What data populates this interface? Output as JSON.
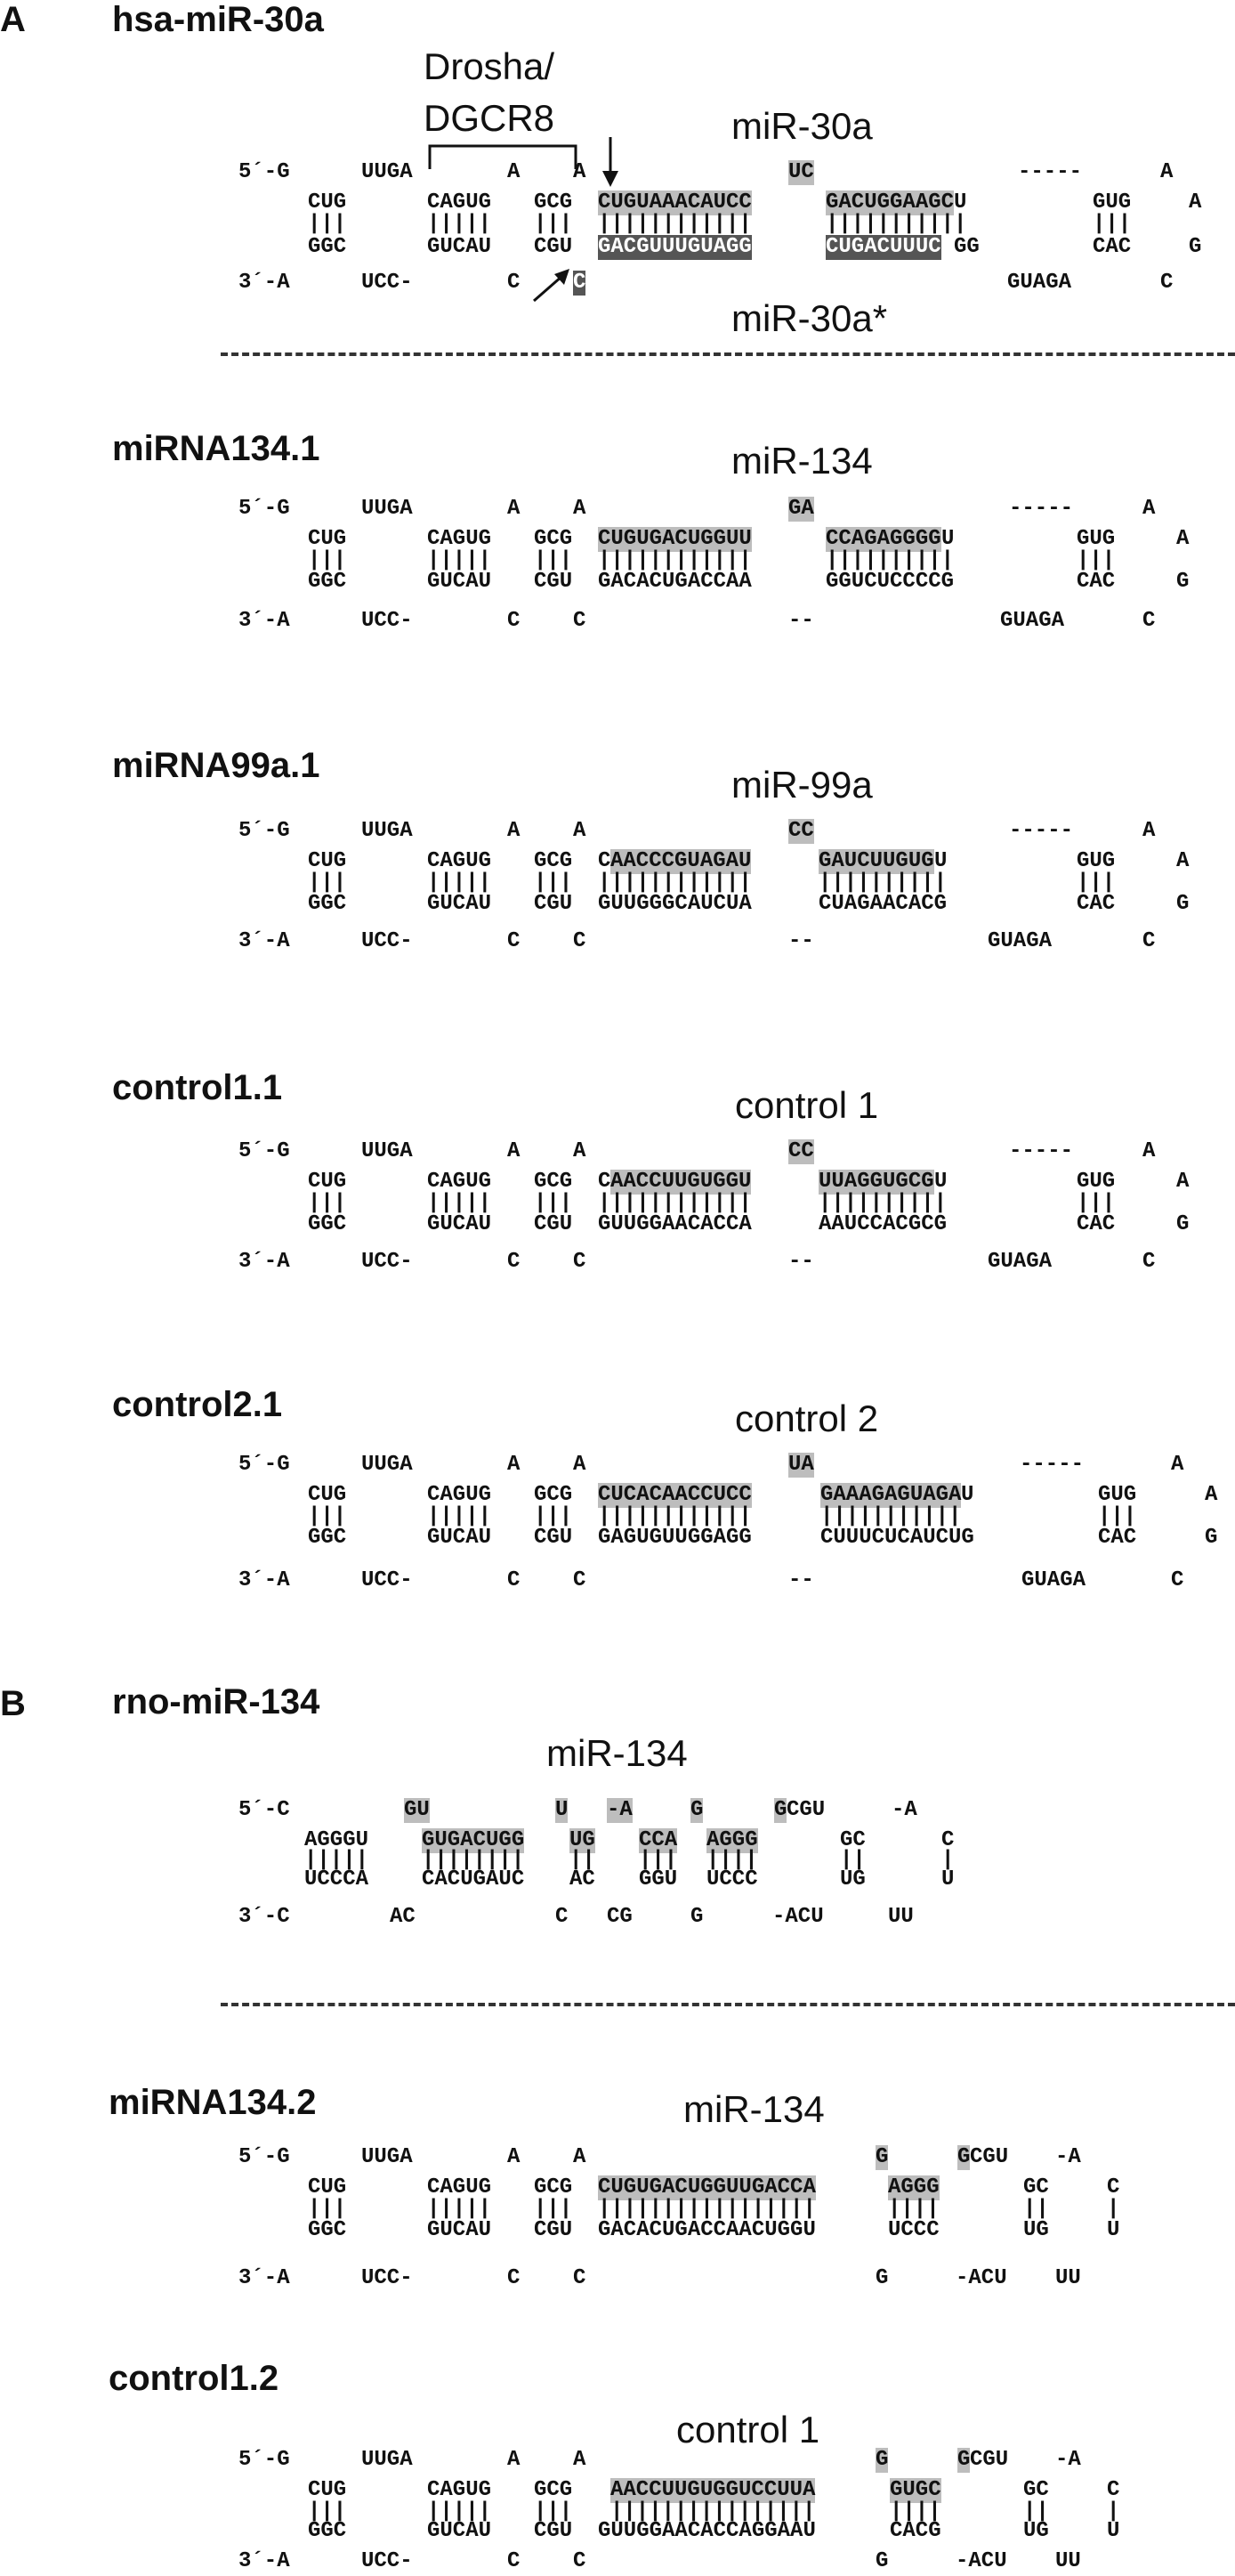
{
  "panels": {
    "a": "A",
    "b": "B"
  },
  "hsa": {
    "title": "hsa-miR-30a",
    "drosha": "Drosha/",
    "dgcr8": "DGCR8",
    "mature_label": "miR-30a",
    "star_label": "miR-30a*",
    "r1": {
      "p5": "5´-G",
      "a": "UUGA",
      "b": "A",
      "c": "A",
      "d": "UC",
      "e": "-----",
      "f": "A"
    },
    "r2": {
      "a": "CUG",
      "b": "CAGUG",
      "c": "GCG",
      "d": "CUGUAAACAUCC",
      "e": "GACUGGAAGC",
      "e2": "U",
      "f": "GUG",
      "g": "A"
    },
    "r3": {
      "a": "|||",
      "b": "|||||",
      "c": "|||",
      "d": "||||||||||||",
      "e": "|||||||||||",
      "f": "|||"
    },
    "r4": {
      "a": "GGC",
      "b": "GUCAU",
      "c": "CGU",
      "d": "GACGUUUGUAGG",
      "e": "CUGACUUUC",
      "e2": "GG",
      "f": "CAC",
      "g": "G"
    },
    "r5": {
      "p3": "3´-A",
      "a": "UCC-",
      "b": "C",
      "c": "C",
      "d": "GUAGA",
      "e": "C"
    }
  },
  "m134_1": {
    "title": "miRNA134.1",
    "label": "miR-134",
    "r1": {
      "p5": "5´-G",
      "a": "UUGA",
      "b": "A",
      "c": "A",
      "d": "GA",
      "e": "-----",
      "f": "A"
    },
    "r2": {
      "a": "CUG",
      "b": "CAGUG",
      "c": "GCG",
      "d": "CUGUGACUGGUU",
      "e": "CCAGAGGGG",
      "e2": "U",
      "f": "GUG",
      "g": "A"
    },
    "r3": {
      "a": "|||",
      "b": "|||||",
      "c": "|||",
      "d": "||||||||||||",
      "e": "||||||||||",
      "f": "|||"
    },
    "r4": {
      "a": "GGC",
      "b": "GUCAU",
      "c": "CGU",
      "d": "GACACUGACCAA",
      "e": "GGUCUCCCCG",
      "f": "CAC",
      "g": "G"
    },
    "r5": {
      "p3": "3´-A",
      "a": "UCC-",
      "b": "C",
      "c": "C",
      "d": "--",
      "e": "GUAGA",
      "f": "C"
    }
  },
  "m99": {
    "title": "miRNA99a.1",
    "label": "miR-99a",
    "r1": {
      "p5": "5´-G",
      "a": "UUGA",
      "b": "A",
      "c": "A",
      "d": "CC",
      "e": "-----",
      "f": "A"
    },
    "r2": {
      "a": "CUG",
      "b": "CAGUG",
      "c": "GCG",
      "d0": "C",
      "d": "AACCCGUAGAU",
      "e": "GAUCUUGUG",
      "e2": "U",
      "f": "GUG",
      "g": "A"
    },
    "r3": {
      "a": "|||",
      "b": "|||||",
      "c": "|||",
      "d": "||||||||||||",
      "e": "||||||||||",
      "f": "|||"
    },
    "r4": {
      "a": "GGC",
      "b": "GUCAU",
      "c": "CGU",
      "d": "GUUGGGCAUCUA",
      "e": "CUAGAACACG",
      "f": "CAC",
      "g": "G"
    },
    "r5": {
      "p3": "3´-A",
      "a": "UCC-",
      "b": "C",
      "c": "C",
      "d": "--",
      "e": "GUAGA",
      "f": "C"
    }
  },
  "c1": {
    "title": "control1.1",
    "label": "control 1",
    "r1": {
      "p5": "5´-G",
      "a": "UUGA",
      "b": "A",
      "c": "A",
      "d": "CC",
      "e": "-----",
      "f": "A"
    },
    "r2": {
      "a": "CUG",
      "b": "CAGUG",
      "c": "GCG",
      "d0": "C",
      "d": "AACCUUGUGGU",
      "e": "UUAGGUGCG",
      "e2": "U",
      "f": "GUG",
      "g": "A"
    },
    "r3": {
      "a": "|||",
      "b": "|||||",
      "c": "|||",
      "d": "||||||||||||",
      "e": "||||||||||",
      "f": "|||"
    },
    "r4": {
      "a": "GGC",
      "b": "GUCAU",
      "c": "CGU",
      "d": "GUUGGAACACCA",
      "e": "AAUCCACGCG",
      "f": "CAC",
      "g": "G"
    },
    "r5": {
      "p3": "3´-A",
      "a": "UCC-",
      "b": "C",
      "c": "C",
      "d": "--",
      "e": "GUAGA",
      "f": "C"
    }
  },
  "c2": {
    "title": "control2.1",
    "label": "control 2",
    "r1": {
      "p5": "5´-G",
      "a": "UUGA",
      "b": "A",
      "c": "A",
      "d": "UA",
      "e": "-----",
      "f": "A"
    },
    "r2": {
      "a": "CUG",
      "b": "CAGUG",
      "c": "GCG",
      "d": "CUCACAACCUCC",
      "e": "GAAAGAGUAGA",
      "e2": "U",
      "f": "GUG",
      "g": "A"
    },
    "r3": {
      "a": "|||",
      "b": "|||||",
      "c": "|||",
      "d": "||||||||||||",
      "e": "|||||||||||",
      "f": "|||"
    },
    "r4": {
      "a": "GGC",
      "b": "GUCAU",
      "c": "CGU",
      "d": "GAGUGUUGGAGG",
      "e": "CUUUCUCAUCUG",
      "f": "CAC",
      "g": "G"
    },
    "r5": {
      "p3": "3´-A",
      "a": "UCC-",
      "b": "C",
      "c": "C",
      "d": "--",
      "e": "GUAGA",
      "f": "C"
    }
  },
  "rno": {
    "title": "rno-miR-134",
    "label": "miR-134",
    "r1": {
      "p5": "5´-C",
      "a": "GU",
      "b": "U",
      "c": "-A",
      "d": "G",
      "e": "G",
      "e2": "CGU",
      "f": "-A"
    },
    "r2": {
      "a": "AGGGU",
      "b": "GUGACUGG",
      "c": "UG",
      "d": "CCA",
      "e": "AGGG",
      "f": "GC",
      "g": "C"
    },
    "r3": {
      "a": "|||||",
      "b": "||||||||",
      "c": "||",
      "d": "|||",
      "e": "||||",
      "f": "||",
      "g": "|"
    },
    "r4": {
      "a": "UCCCA",
      "b": "CACUGAUC",
      "c": "AC",
      "d": "GGU",
      "e": "UCCC",
      "f": "UG",
      "g": "U"
    },
    "r5": {
      "p3": "3´-C",
      "a": "AC",
      "b": "C",
      "c": "CG",
      "d": "G",
      "e": "-ACU",
      "f": "UU"
    }
  },
  "m134_2": {
    "title": "miRNA134.2",
    "label": "miR-134",
    "r1": {
      "p5": "5´-G",
      "a": "UUGA",
      "b": "A",
      "c": "A",
      "d": "G",
      "e": "G",
      "e2": "CGU",
      "f": "-A"
    },
    "r2": {
      "a": "CUG",
      "b": "CAGUG",
      "c": "GCG",
      "d": "CUGUGACUGGUUGACCA",
      "e": "AGGG",
      "f": "GC",
      "g": "C"
    },
    "r3": {
      "a": "|||",
      "b": "|||||",
      "c": "|||",
      "d": "|||||||||||||||||",
      "e": "||||",
      "f": "||",
      "g": "|"
    },
    "r4": {
      "a": "GGC",
      "b": "GUCAU",
      "c": "CGU",
      "d": "GACACUGACCAACUGGU",
      "e": "UCCC",
      "f": "UG",
      "g": "U"
    },
    "r5": {
      "p3": "3´-A",
      "a": "UCC-",
      "b": "C",
      "c": "C",
      "d": "G",
      "e": "-ACU",
      "f": "UU"
    }
  },
  "c12": {
    "title": "control1.2",
    "label": "control 1",
    "r1": {
      "p5": "5´-G",
      "a": "UUGA",
      "b": "A",
      "c": "A",
      "d": "G",
      "e": "G",
      "e2": "CGU",
      "f": "-A"
    },
    "r2": {
      "a": "CUG",
      "b": "CAGUG",
      "c": "GCG",
      "d": "AACCUUGUGGUCCUUA",
      "e": "GUGC",
      "f": "GC",
      "g": "C"
    },
    "r3": {
      "a": "|||",
      "b": "|||||",
      "c": "|||",
      "d": "||||||||||||||||",
      "e": "||||",
      "f": "||",
      "g": "|"
    },
    "r4": {
      "a": "GGC",
      "b": "GUCAU",
      "c": "CGU",
      "d": "GUUGGAACACCAGGAAU",
      "e": "CACG",
      "f": "UG",
      "g": "U"
    },
    "r5": {
      "p3": "3´-A",
      "a": "UCC-",
      "b": "C",
      "c": "C",
      "d": "G",
      "e": "-ACU",
      "f": "UU"
    }
  }
}
